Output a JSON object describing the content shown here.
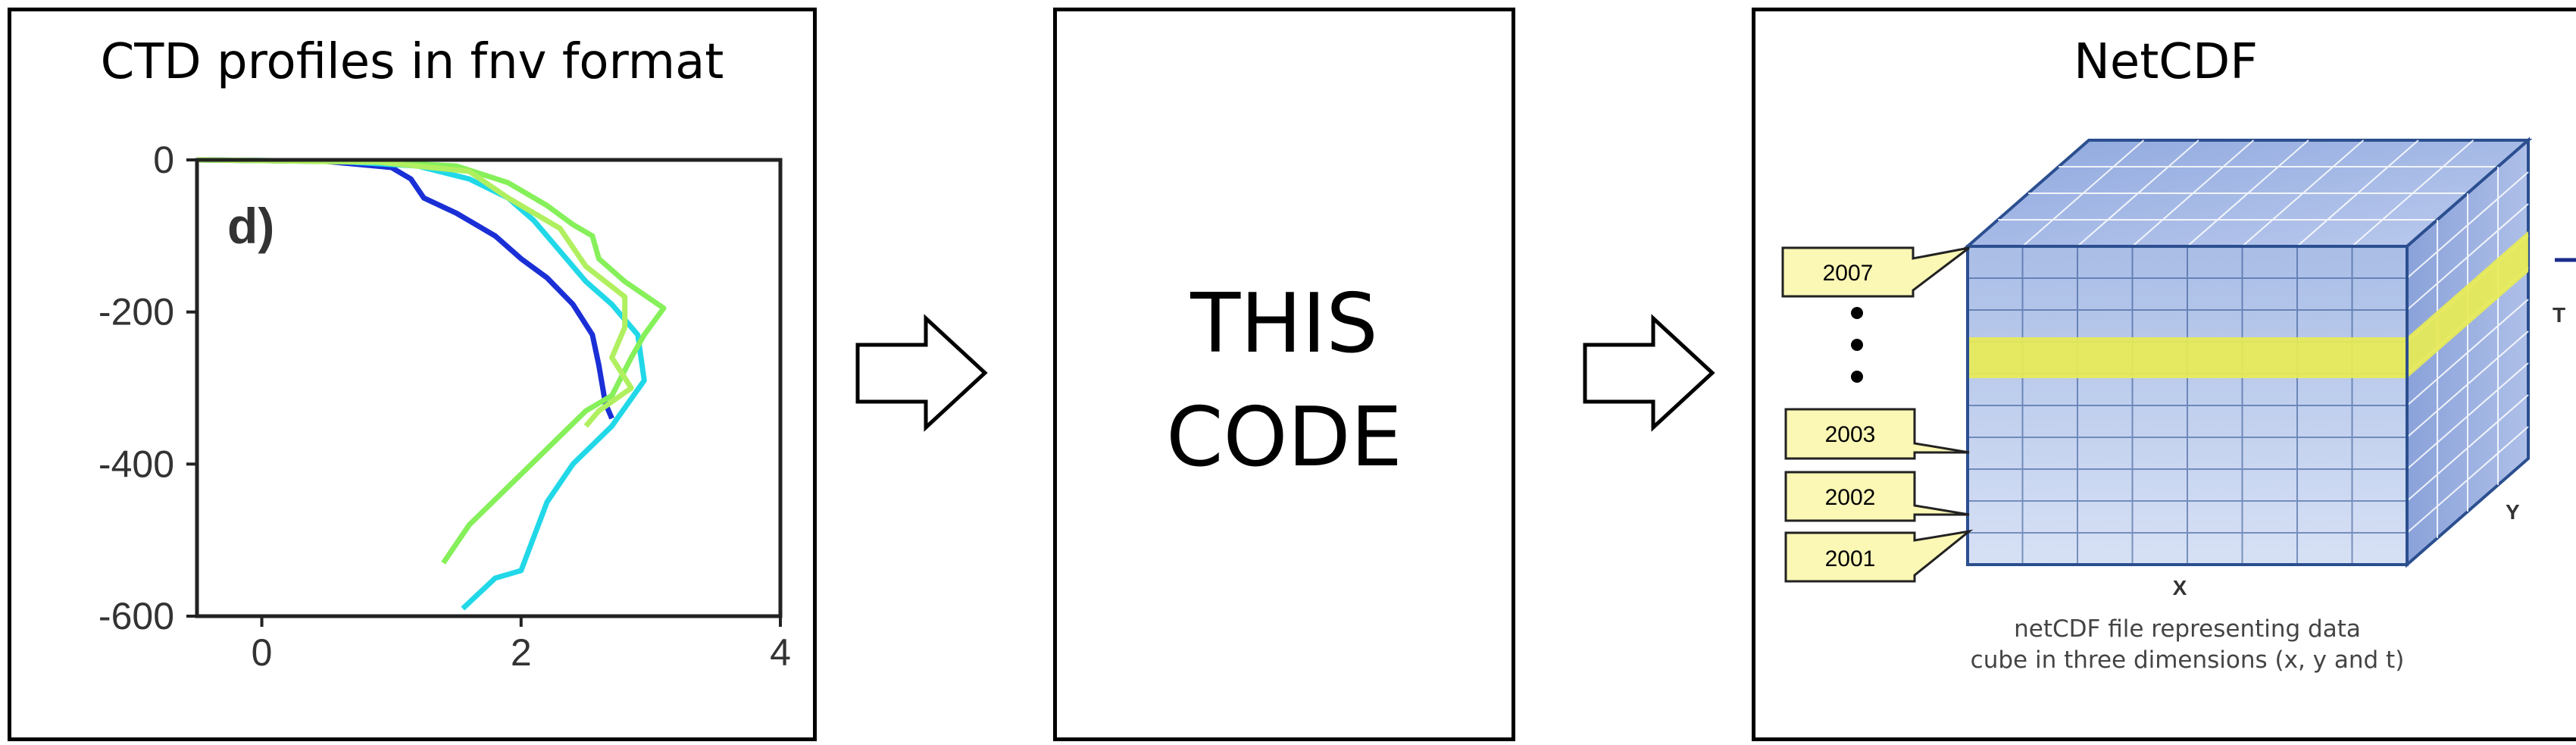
{
  "ctd_panel": {
    "title": "CTD profiles in fnv format",
    "panel_label": "d)",
    "chart_data": {
      "type": "line",
      "xlim": [
        -0.5,
        4
      ],
      "ylim": [
        -600,
        0
      ],
      "x_ticks": [
        "0",
        "2",
        "4"
      ],
      "y_ticks": [
        "0",
        "-200",
        "-400",
        "-600"
      ],
      "series": [
        {
          "color": "#1a2fd6",
          "points": [
            [
              -0.5,
              0
            ],
            [
              0.5,
              -2
            ],
            [
              1.0,
              -10
            ],
            [
              1.15,
              -25
            ],
            [
              1.25,
              -50
            ],
            [
              1.5,
              -70
            ],
            [
              1.8,
              -100
            ],
            [
              2.0,
              -130
            ],
            [
              2.2,
              -155
            ],
            [
              2.4,
              -190
            ],
            [
              2.55,
              -230
            ],
            [
              2.6,
              -270
            ],
            [
              2.65,
              -320
            ],
            [
              2.7,
              -340
            ]
          ]
        },
        {
          "color": "#21d8e8",
          "points": [
            [
              -0.5,
              0
            ],
            [
              0.6,
              -2
            ],
            [
              1.2,
              -8
            ],
            [
              1.6,
              -25
            ],
            [
              1.9,
              -50
            ],
            [
              2.1,
              -80
            ],
            [
              2.3,
              -120
            ],
            [
              2.5,
              -160
            ],
            [
              2.7,
              -190
            ],
            [
              2.9,
              -230
            ],
            [
              2.95,
              -290
            ],
            [
              2.7,
              -350
            ],
            [
              2.4,
              -400
            ],
            [
              2.2,
              -450
            ],
            [
              2.0,
              -540
            ],
            [
              1.8,
              -550
            ],
            [
              1.55,
              -590
            ]
          ]
        },
        {
          "color": "#86f05a",
          "points": [
            [
              -0.5,
              0
            ],
            [
              0.8,
              -2
            ],
            [
              1.5,
              -8
            ],
            [
              1.9,
              -30
            ],
            [
              2.2,
              -60
            ],
            [
              2.4,
              -85
            ],
            [
              2.55,
              -100
            ],
            [
              2.6,
              -130
            ],
            [
              2.8,
              -160
            ],
            [
              3.1,
              -195
            ],
            [
              2.95,
              -230
            ],
            [
              2.85,
              -260
            ],
            [
              2.7,
              -310
            ],
            [
              2.5,
              -330
            ],
            [
              2.2,
              -380
            ],
            [
              1.9,
              -430
            ],
            [
              1.6,
              -480
            ],
            [
              1.4,
              -530
            ]
          ]
        },
        {
          "color": "#b0f060",
          "points": [
            [
              -0.5,
              0
            ],
            [
              0.9,
              -3
            ],
            [
              1.6,
              -15
            ],
            [
              1.9,
              -50
            ],
            [
              2.3,
              -90
            ],
            [
              2.5,
              -140
            ],
            [
              2.8,
              -180
            ],
            [
              2.8,
              -220
            ],
            [
              2.7,
              -260
            ],
            [
              2.85,
              -300
            ],
            [
              2.6,
              -330
            ],
            [
              2.5,
              -350
            ]
          ]
        }
      ]
    }
  },
  "code_panel": {
    "line1": "THIS",
    "line2": "CODE"
  },
  "netcdf_panel": {
    "title": "NetCDF",
    "years": [
      "2007",
      "2003",
      "2002",
      "2001"
    ],
    "axis_x": "X",
    "axis_y": "Y",
    "axis_t": "T",
    "caption_line1": "netCDF file representing data",
    "caption_line2": "cube in three dimensions (x, y and t)"
  }
}
